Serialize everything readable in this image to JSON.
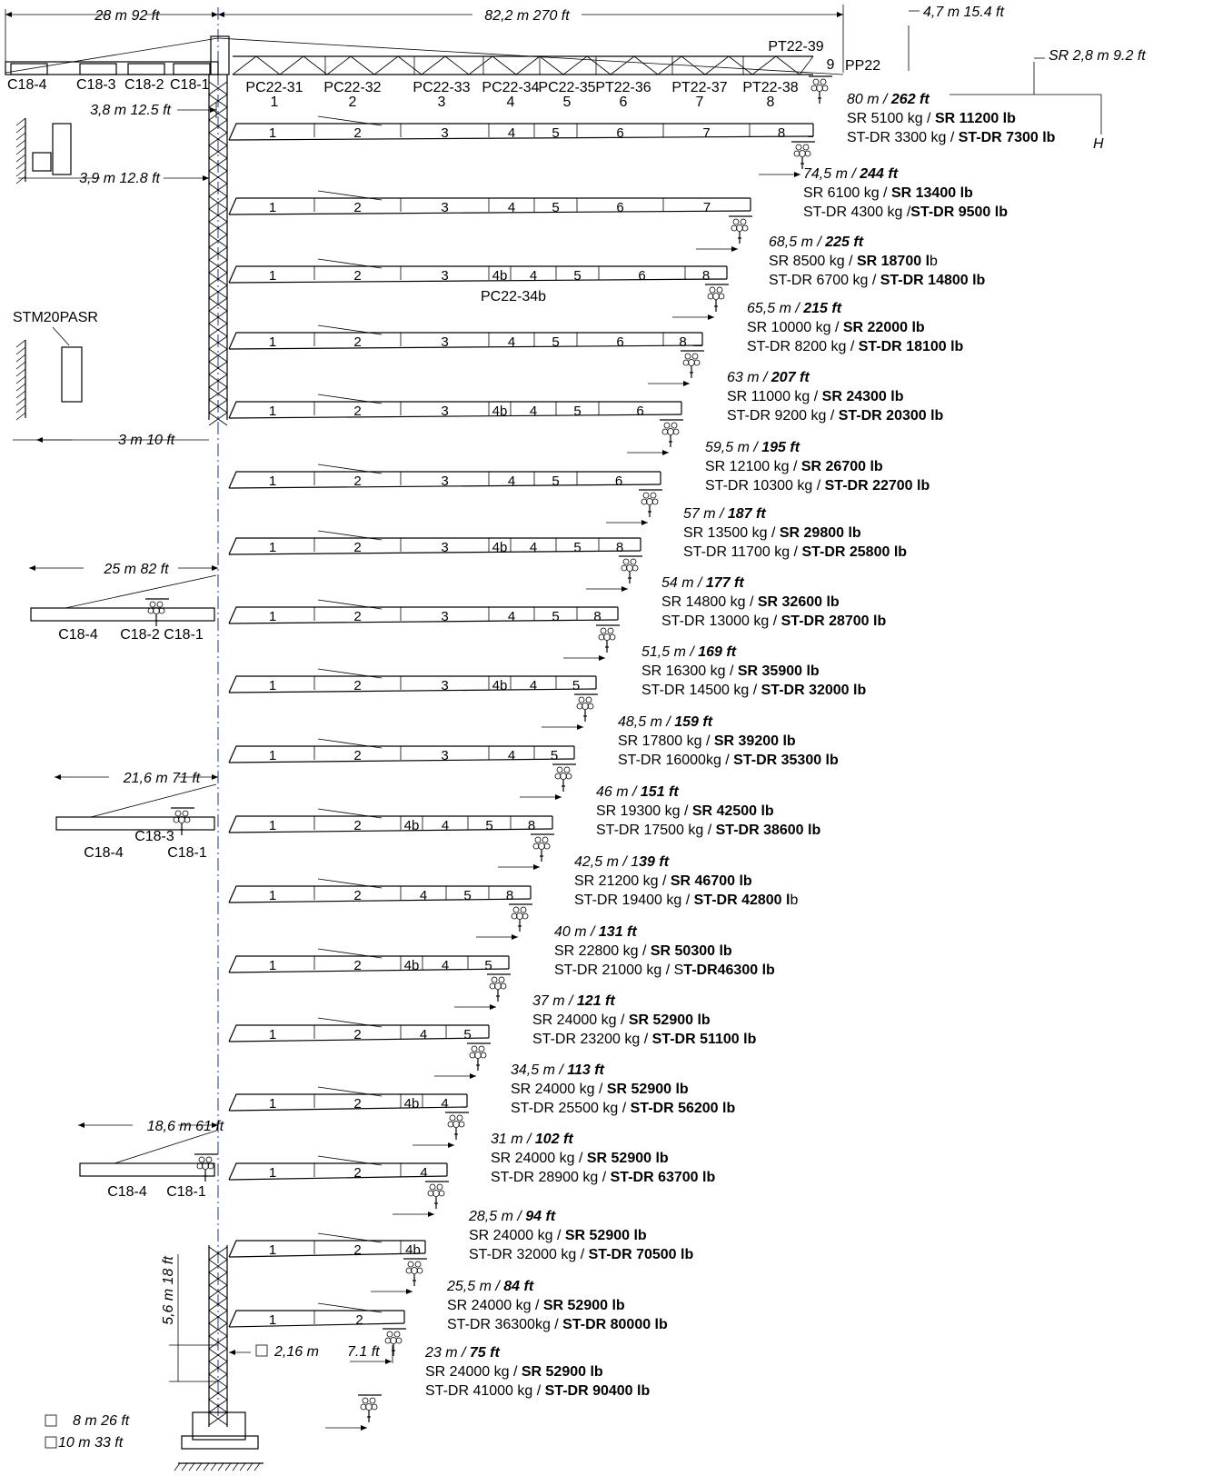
{
  "top_dims": {
    "counter_jib": "28 m  92 ft",
    "jib": "82,2 m 270 ft",
    "height_top": "4,7 m  15.4 ft",
    "sr_height": "SR 2,8 m  9.2 ft",
    "h_label": "H"
  },
  "main_jib": {
    "counterweights": [
      "C18-4",
      "C18-3",
      "C18-2",
      "C18-1"
    ],
    "sections": [
      {
        "code": "PC22-31",
        "num": "1"
      },
      {
        "code": "PC22-32",
        "num": "2"
      },
      {
        "code": "PC22-33",
        "num": "3"
      },
      {
        "code": "PC22-34",
        "num": "4"
      },
      {
        "code": "PC22-35",
        "num": "5"
      },
      {
        "code": "PT22-36",
        "num": "6"
      },
      {
        "code": "PT22-37",
        "num": "7"
      },
      {
        "code": "PT22-38",
        "num": "8"
      }
    ],
    "tip_code": "PT22-39",
    "tip_num": "9",
    "end_code": "PP22"
  },
  "side_dims": {
    "d1": "3,8 m  12.5 ft",
    "d2": "3,9 m  12.8 ft",
    "climbing": "STM20PASR",
    "d3": "3 m   10 ft"
  },
  "alt_counterjibs": [
    {
      "dim": "25 m  82  ft",
      "weights": [
        "C18-4",
        "C18-2  C18-1"
      ]
    },
    {
      "dim": "21,6 m  71 ft",
      "weights": [
        "C18-3",
        "C18-4",
        "C18-1"
      ]
    },
    {
      "dim": "18,6 m  61 ft",
      "weights": [
        "C18-4",
        "C18-1"
      ]
    }
  ],
  "mast": {
    "height_dim": "5,6 m  18 ft",
    "section": "2,16 m",
    "section_ft": "7.1 ft",
    "base1": "8 m   26 ft",
    "base2": "10 m   33 ft"
  },
  "configurations": [
    {
      "segs": [
        "1",
        "2",
        "3",
        "4",
        "5",
        "6",
        "7",
        "8"
      ],
      "radius_m": "80 m / ",
      "radius_ft": "262 ft",
      "sr_kg": "SR 5100 kg / ",
      "sr_lb": "SR 11200 lb",
      "st_kg": "ST-DR 3300 kg / ",
      "st_lb": "ST-DR 7300 lb"
    },
    {
      "segs": [
        "1",
        "2",
        "3",
        "4",
        "5",
        "6",
        "7"
      ],
      "radius_m": "74,5 m / ",
      "radius_ft": "244 ft",
      "sr_kg": "SR 6100 kg / ",
      "sr_lb": "SR 13400 lb",
      "st_kg": "ST-DR 4300 kg /",
      "st_lb": "ST-DR 9500 lb"
    },
    {
      "segs": [
        "1",
        "2",
        "3",
        "4b",
        "4",
        "5",
        "6",
        "8"
      ],
      "radius_m": "68,5 m / ",
      "radius_ft": "225 ft",
      "sr_kg": "SR 8500 kg / ",
      "sr_lb": "SR 18700 l",
      "sr_tail": "b",
      "st_kg": "ST-DR 6700 kg / ",
      "st_lb": "ST-DR 14800 lb",
      "note": "PC22-34b"
    },
    {
      "segs": [
        "1",
        "2",
        "3",
        "4",
        "5",
        "6",
        "8"
      ],
      "radius_m": "65,5 m / ",
      "radius_ft": "215 ft",
      "sr_kg": "SR 10000 kg / ",
      "sr_lb": "SR 22000 lb",
      "st_kg": "ST-DR 8200 kg / ",
      "st_lb": "ST-DR 18100 lb"
    },
    {
      "segs": [
        "1",
        "2",
        "3",
        "4b",
        "4",
        "5",
        "6"
      ],
      "radius_m": "63 m / ",
      "radius_ft": "207 ft",
      "sr_kg": "SR 11000 kg / ",
      "sr_lb": "SR 24300 lb",
      "st_kg": "ST-DR 9200 kg / ",
      "st_lb": "ST-DR 20300 lb"
    },
    {
      "segs": [
        "1",
        "2",
        "3",
        "4",
        "5",
        "6"
      ],
      "radius_m": "59,5 m / ",
      "radius_ft": "195 ft",
      "sr_kg": "SR 12100 kg / ",
      "sr_lb": "SR 26700 lb",
      "st_kg": "ST-DR 10300 kg / ",
      "st_lb": "ST-DR 22700 lb"
    },
    {
      "segs": [
        "1",
        "2",
        "3",
        "4b",
        "4",
        "5",
        "8"
      ],
      "radius_m": "57 m / ",
      "radius_ft": "187 ft",
      "sr_kg": "SR 13500 kg / ",
      "sr_lb": "SR 29800 lb",
      "st_kg": "ST-DR 11700 kg / ",
      "st_lb": "ST-DR 25800 lb"
    },
    {
      "segs": [
        "1",
        "2",
        "3",
        "4",
        "5",
        "8"
      ],
      "radius_m": "54 m / ",
      "radius_ft": "177 ft",
      "sr_kg": "SR 14800 kg / ",
      "sr_lb": "SR 32600 lb",
      "st_kg": "ST-DR 13000 kg / ",
      "st_lb": "ST-DR 28700 lb"
    },
    {
      "segs": [
        "1",
        "2",
        "3",
        "4b",
        "4",
        "5"
      ],
      "radius_m": "51,5 m / ",
      "radius_ft": "169 ft",
      "sr_kg": "SR 16300 kg / ",
      "sr_lb": "SR 35900 lb",
      "st_kg": "ST-DR 14500 kg / ",
      "st_lb": "ST-DR 32000 lb"
    },
    {
      "segs": [
        "1",
        "2",
        "3",
        "4",
        "5"
      ],
      "radius_m": "48,5 m / ",
      "radius_ft": "159 ft",
      "sr_kg": "SR 17800 kg / ",
      "sr_lb": "SR 39200 lb",
      "st_kg": "ST-DR 16000kg / ",
      "st_lb": "ST-DR 35300 lb"
    },
    {
      "segs": [
        "1",
        "2",
        "4b",
        "4",
        "5",
        "8"
      ],
      "radius_m": "46 m / ",
      "radius_ft": "151 ft",
      "sr_kg": "SR 19300 kg / ",
      "sr_lb": "SR 42500 lb",
      "st_kg": "ST-DR 17500 kg / ",
      "st_lb": "ST-DR 38600 lb"
    },
    {
      "segs": [
        "1",
        "2",
        "4",
        "5",
        "8"
      ],
      "radius_m": "42,5 m / 1",
      "radius_ft": "39 ft",
      "sr_kg": "SR 21200 kg / ",
      "sr_lb": "SR 46700 lb",
      "st_kg": "ST-DR 19400 kg / ",
      "st_lb": "ST-DR 42800 l",
      "st_tail": "b"
    },
    {
      "segs": [
        "1",
        "2",
        "4b",
        "4",
        "5"
      ],
      "radius_m": "40 m / ",
      "radius_ft": "131 ft",
      "sr_kg": "SR 22800 kg / ",
      "sr_lb": "SR 50300 lb",
      "st_kg": "ST-DR 21000 kg / S",
      "st_lb": "T-DR46300 lb"
    },
    {
      "segs": [
        "1",
        "2",
        "4",
        "5"
      ],
      "radius_m": "37 m / ",
      "radius_ft": "121 ft",
      "sr_kg": "SR 24000 kg / ",
      "sr_lb": "SR 52900 lb",
      "st_kg": "ST-DR 23200 kg / ",
      "st_lb": "ST-DR 51100 lb"
    },
    {
      "segs": [
        "1",
        "2",
        "4b",
        "4"
      ],
      "radius_m": "34,5 m / ",
      "radius_ft": "113 ft",
      "sr_kg": "SR 24000 kg / ",
      "sr_lb": "SR 52900 lb",
      "st_kg": "ST-DR 25500 kg / ",
      "st_lb": "ST-DR 56200 lb"
    },
    {
      "segs": [
        "1",
        "2",
        "4"
      ],
      "radius_m": "31 m / ",
      "radius_ft": "102 ft",
      "sr_kg": "SR 24000 kg / ",
      "sr_lb": "SR 52900 lb",
      "st_kg": "ST-DR 28900 kg / ",
      "st_lb": "ST-DR 63700 lb"
    },
    {
      "segs": [
        "1",
        "2",
        "4b"
      ],
      "radius_m": "28,5 m / ",
      "radius_ft": "94 ft",
      "sr_kg": "SR 24000 kg / ",
      "sr_lb": "SR 52900 lb",
      "st_kg": "ST-DR 32000 kg / ",
      "st_lb": "ST-DR 70500 lb"
    },
    {
      "segs": [
        "1",
        "2"
      ],
      "radius_m": "25,5 m / ",
      "radius_ft": "84 ft",
      "sr_kg": "SR 24000 kg / ",
      "sr_lb": "SR 52900 lb",
      "st_kg": "ST-DR 36300kg / ",
      "st_lb": "ST-DR 80000 lb"
    },
    {
      "segs": [],
      "radius_m": "23 m / ",
      "radius_ft": "75 ft",
      "sr_kg": "SR 24000 kg / ",
      "sr_lb": "SR 52900 lb",
      "st_kg": "ST-DR 41000 kg / ",
      "st_lb": "ST-DR 90400 lb"
    }
  ]
}
